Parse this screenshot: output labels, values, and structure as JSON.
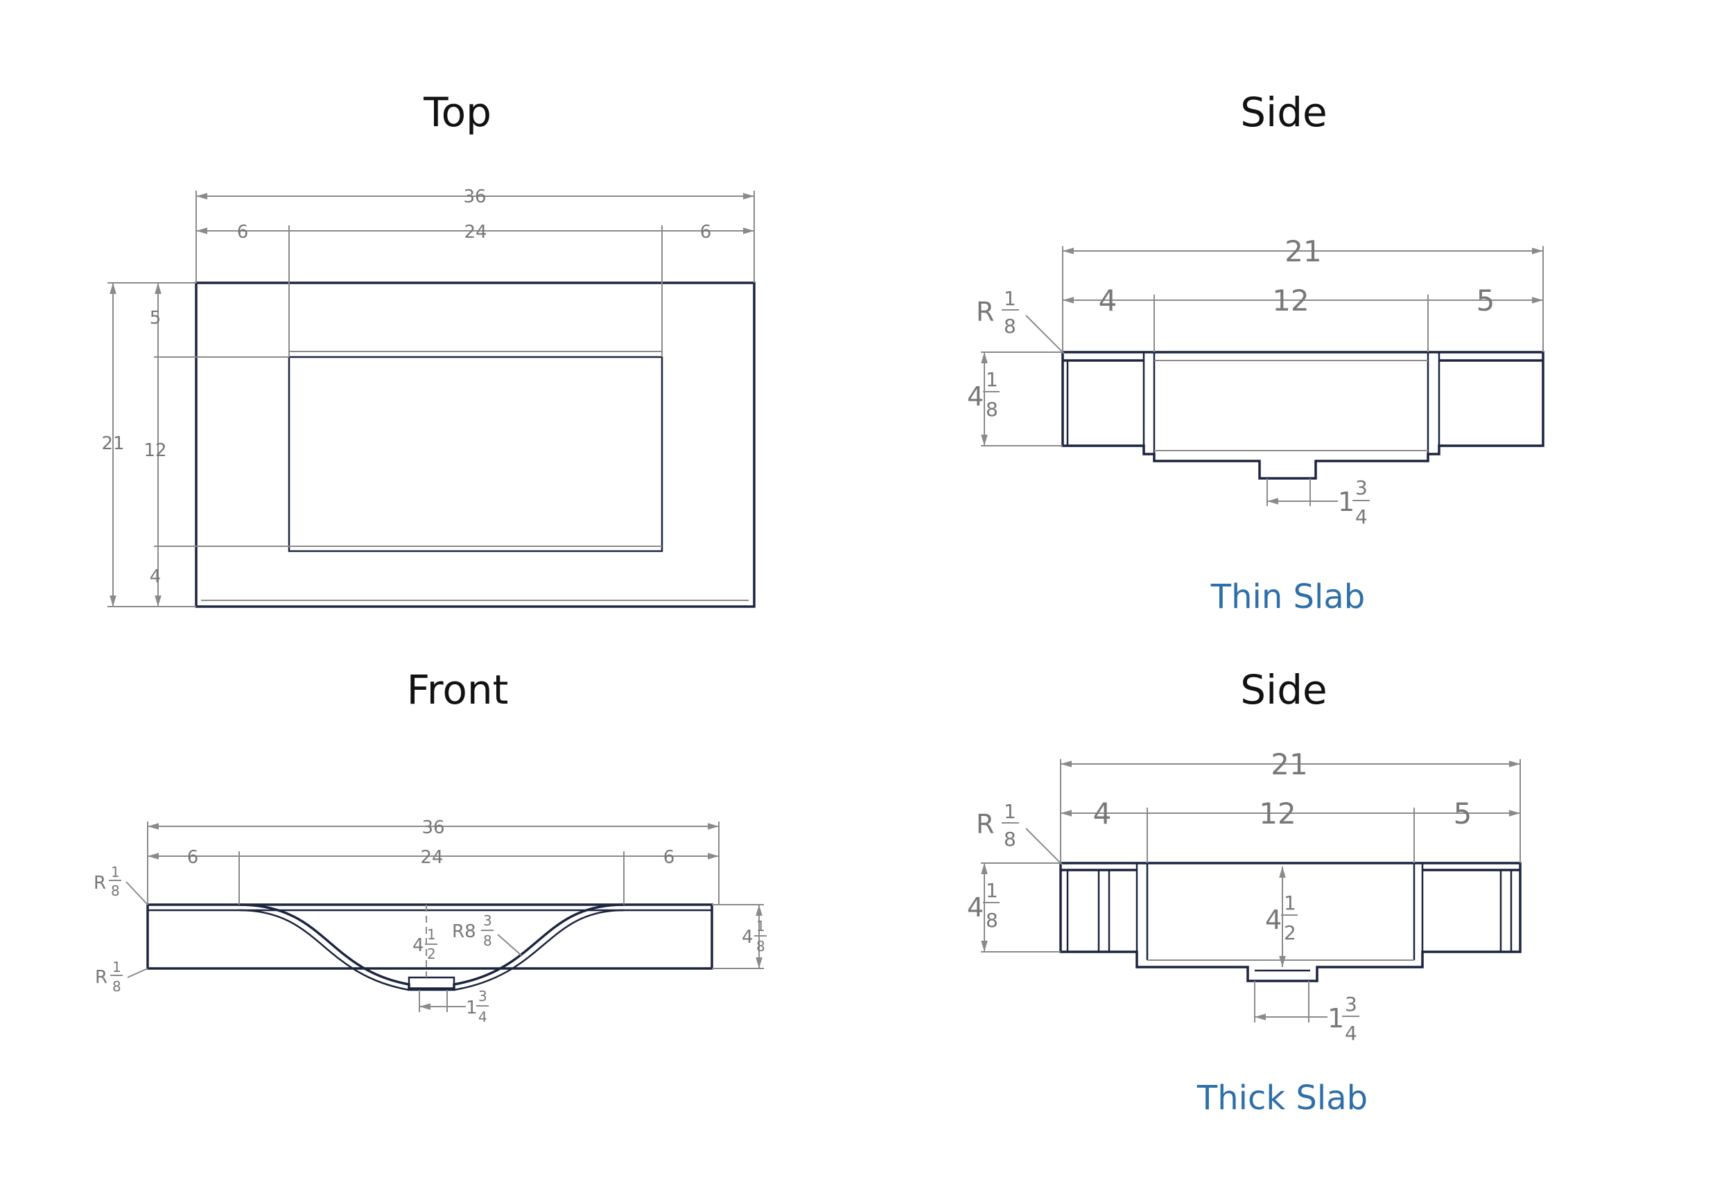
{
  "views": {
    "top": {
      "title": "Top",
      "dims": {
        "overall_w": "36",
        "left": "6",
        "mid": "24",
        "right": "6",
        "overall_h": "21",
        "back": "5",
        "basin": "12",
        "front": "4"
      }
    },
    "side_thin": {
      "title": "Side",
      "caption": "Thin Slab",
      "dims": {
        "overall": "21",
        "left": "4",
        "mid": "12",
        "right": "5",
        "radius": "R",
        "radius_num": "1",
        "radius_den": "8",
        "height_whole": "4",
        "height_num": "1",
        "height_den": "8",
        "drain_whole": "1",
        "drain_num": "3",
        "drain_den": "4"
      }
    },
    "front": {
      "title": "Front",
      "dims": {
        "overall_w": "36",
        "left": "6",
        "mid": "24",
        "right": "6",
        "r_top": "R",
        "r_top_num": "1",
        "r_top_den": "8",
        "r_bot": "R",
        "r_bot_num": "1",
        "r_bot_den": "8",
        "depth_whole": "4",
        "depth_num": "1",
        "depth_den": "2",
        "curve_r": "R8",
        "curve_num": "3",
        "curve_den": "8",
        "height_whole": "4",
        "height_num": "1",
        "height_den": "8",
        "drain_whole": "1",
        "drain_num": "3",
        "drain_den": "4"
      }
    },
    "side_thick": {
      "title": "Side",
      "caption": "Thick Slab",
      "dims": {
        "overall": "21",
        "left": "4",
        "mid": "12",
        "right": "5",
        "radius": "R",
        "radius_num": "1",
        "radius_den": "8",
        "height_whole": "4",
        "height_num": "1",
        "height_den": "8",
        "depth_whole": "4",
        "depth_num": "1",
        "depth_den": "2",
        "drain_whole": "1",
        "drain_num": "3",
        "drain_den": "4"
      }
    }
  }
}
